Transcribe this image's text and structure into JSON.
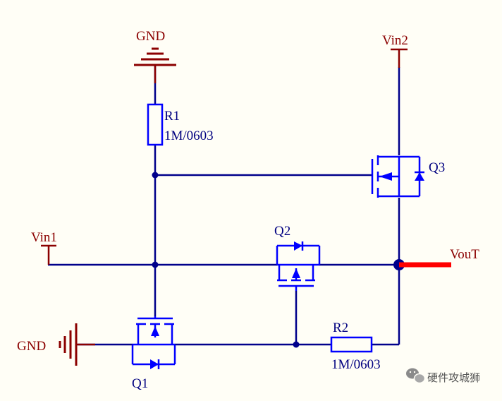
{
  "colors": {
    "background": "#FFFEF6",
    "wire": "#00008B",
    "component": "#0000FF",
    "net_label": "#8B0000",
    "output_trace": "#FF0000",
    "designator": "#000080",
    "watermark": "#555555"
  },
  "nets": {
    "gnd_top": "GND",
    "gnd_left": "GND",
    "vin1": "Vin1",
    "vin2": "Vin2",
    "vout": "VouT"
  },
  "components": {
    "r1": {
      "designator": "R1",
      "value": "1M/0603"
    },
    "r2": {
      "designator": "R2",
      "value": "1M/0603"
    },
    "q1": {
      "designator": "Q1"
    },
    "q2": {
      "designator": "Q2"
    },
    "q3": {
      "designator": "Q3"
    }
  },
  "watermark": {
    "icon": "wechat-icon",
    "text": "硬件攻城狮"
  }
}
